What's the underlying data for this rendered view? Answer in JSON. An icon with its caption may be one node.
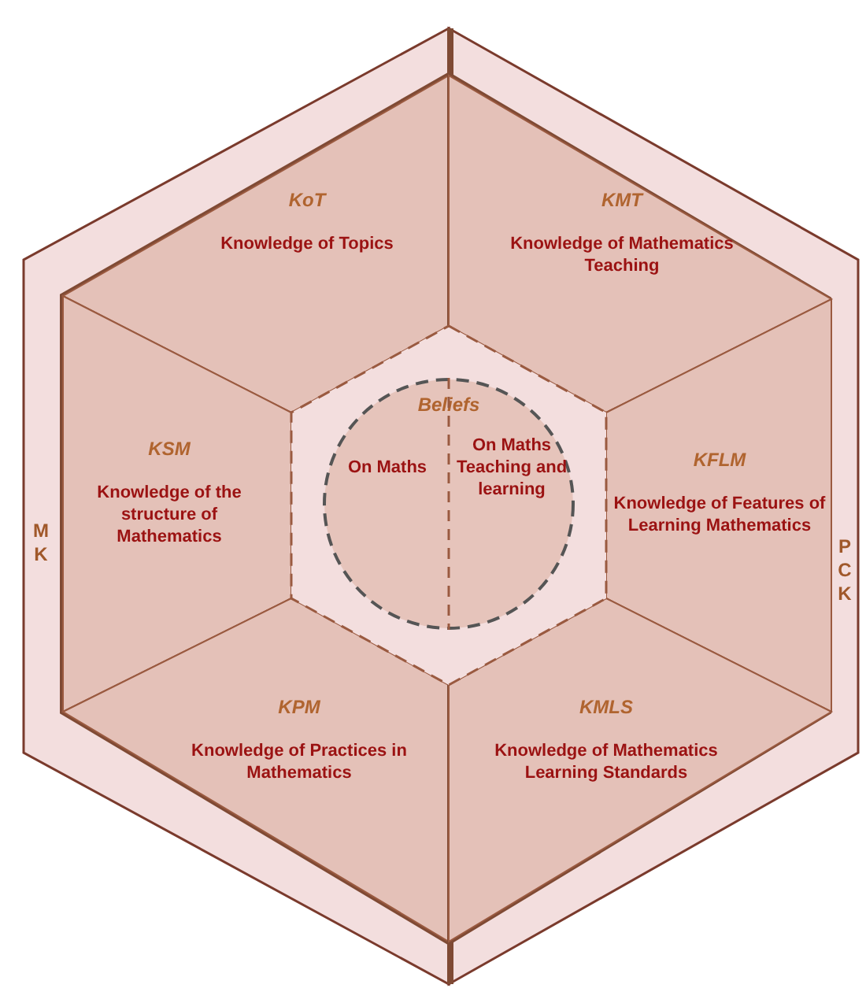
{
  "diagram": {
    "nodes": [
      {
        "text": [
          "M K"
        ]
      },
      {
        "text": [
          "KoT",
          "Knowledge of Topics"
        ],
        "in": 0
      },
      {
        "text": [
          "KSM",
          "Knowledge of the structure of Mathematics"
        ],
        "in": 0
      },
      {
        "text": [
          "KPM",
          "Knowledge of Practices in Mathematics"
        ],
        "in": 0
      },
      {
        "text": [
          "P C K"
        ]
      },
      {
        "text": [
          "KMT",
          "Knowledge of Mathematics Teaching"
        ],
        "in": 4
      },
      {
        "text": [
          "KFLM",
          "Knowledge of Features of Learning Mathematics"
        ],
        "in": 4
      },
      {
        "text": [
          "KMLS",
          "Knowledge of Mathematics Learning Standards"
        ],
        "in": 4
      },
      {
        "text": [
          "Beliefs"
        ]
      },
      {
        "text": [
          "On Maths"
        ]
      },
      {
        "text": [
          "On Maths Teaching and learning"
        ]
      }
    ]
  }
}
